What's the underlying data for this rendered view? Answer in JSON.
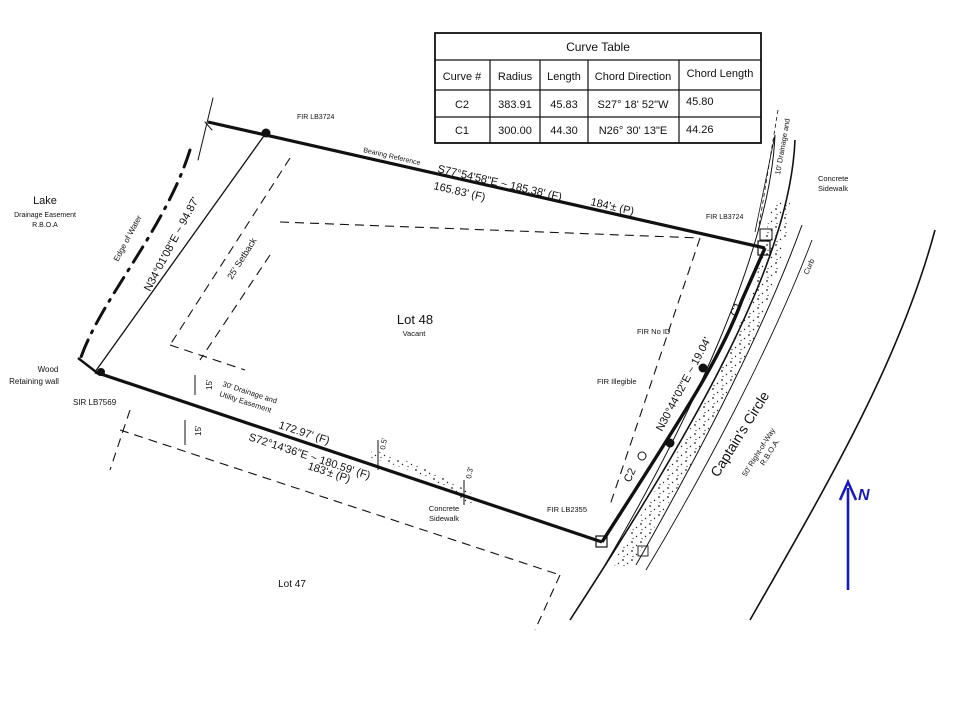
{
  "curve_table": {
    "title": "Curve Table",
    "headers": [
      "Curve #",
      "Radius",
      "Length",
      "Chord Direction",
      "Chord Length"
    ],
    "rows": [
      [
        "C2",
        "383.91",
        "45.83",
        "S27° 18' 52\"W",
        "45.80"
      ],
      [
        "C1",
        "300.00",
        "44.30",
        "N26° 30' 13\"E",
        "44.26"
      ]
    ]
  },
  "labels": {
    "lake": "Lake",
    "lake_sub1": "Drainage Easement",
    "lake_sub2": "R.B.O.A",
    "edge_of_water": "Edge of Water",
    "west_bearing": "N34°01'08\"E ~ 94.87'",
    "setback_25": "25' Setback",
    "wood_wall_1": "Wood",
    "wood_wall_2": "Retaining wall",
    "sir_lb7569": "SIR LB7569",
    "fir_lb3724_nw": "FIR LB3724",
    "bearing_reference": "Bearing Reference",
    "north_bearing": "S77°54'58\"E ~ 185.38' (F)",
    "north_dist_f": "165.83' (F)",
    "north_dist_p": "184'± (P)",
    "fir_lb3724_ne": "FIR LB3724",
    "drainage_10": "10' Drainage and",
    "concrete_sidewalk_ne_1": "Concrete",
    "concrete_sidewalk_ne_2": "Sidewalk",
    "curb": "Curb",
    "lot48": "Lot 48",
    "vacant": "Vacant",
    "fir_no_id": "FIR No ID",
    "fir_illegible": "FIR Illegible",
    "east_bearing": "N30°44'02\"E ~ 19.04'",
    "c1": "C1",
    "c2": "C2",
    "captains_circle": "Captain's Circle",
    "row_sub1": "50' Right-of-Way",
    "row_sub2": "R.B.O.A.",
    "easement_30_1": "30' Drainage and",
    "easement_30_2": "Utility Easement",
    "dim_15_a": "15'",
    "dim_15_b": "15'",
    "south_dist_f": "172.97' (F)",
    "south_bearing": "S72°14'36\"E ~ 180.59' (F)",
    "south_dist_p": "183'± (P)",
    "offset_05": "0.5'",
    "offset_03": "0.3'",
    "concrete_sidewalk_s_1": "Concrete",
    "concrete_sidewalk_s_2": "Sidewalk",
    "fir_lb2355": "FIR LB2355",
    "lot47": "Lot 47",
    "north_arrow": "N"
  },
  "colors": {
    "ink": "#111111",
    "north_arrow": "#1a1ab8",
    "paper": "#ffffff"
  }
}
